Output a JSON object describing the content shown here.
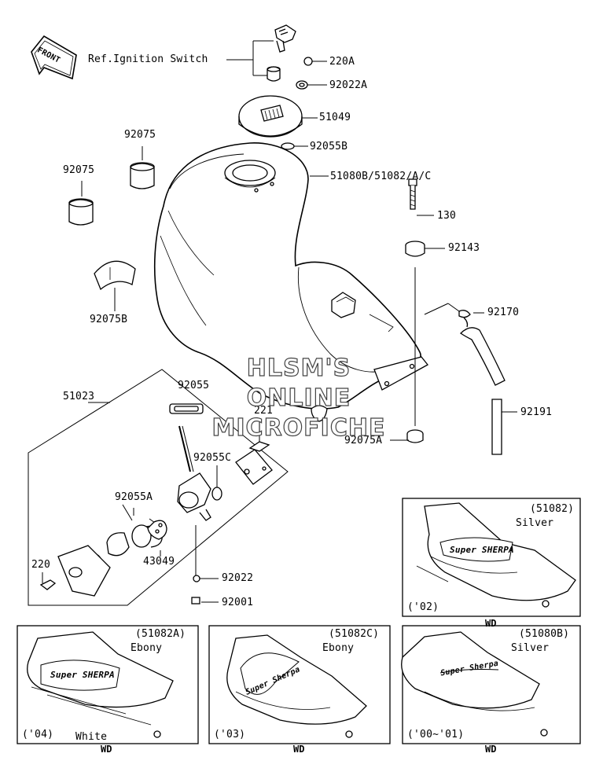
{
  "front_badge": "FRONT",
  "ref_ignition_switch": "Ref.Ignition Switch",
  "parts": {
    "p220A": "220A",
    "p92022A": "92022A",
    "p51049": "51049",
    "p92055B": "92055B",
    "p51080": "51080B/51082/A/C",
    "p92075_a": "92075",
    "p92075_b": "92075",
    "p92075B": "92075B",
    "p130": "130",
    "p92143": "92143",
    "p92170": "92170",
    "p92191": "92191",
    "p92075A": "92075A",
    "p51023": "51023",
    "p92055": "92055",
    "p221": "221",
    "p92055C": "92055C",
    "p92055A": "92055A",
    "p43049": "43049",
    "p220": "220",
    "p92022": "92022",
    "p92001": "92001"
  },
  "watermark": [
    "HLSM'S",
    "ONLINE",
    "MICROFICHE"
  ],
  "variants": [
    {
      "code": "(51082)",
      "color": "Silver",
      "year": "('02)",
      "wd": "WD",
      "decal": "Super SHERPA"
    },
    {
      "code": "(51082A)",
      "color": "Ebony",
      "year": "('04)",
      "wd": "WD",
      "extra": "White",
      "decal": "Super SHERPA"
    },
    {
      "code": "(51082C)",
      "color": "Ebony",
      "year": "('03)",
      "wd": "WD",
      "decal": "Super Sherpa"
    },
    {
      "code": "(51080B)",
      "color": "Silver",
      "year": "('00~'01)",
      "wd": "WD",
      "decal": "Super Sherpa"
    }
  ]
}
